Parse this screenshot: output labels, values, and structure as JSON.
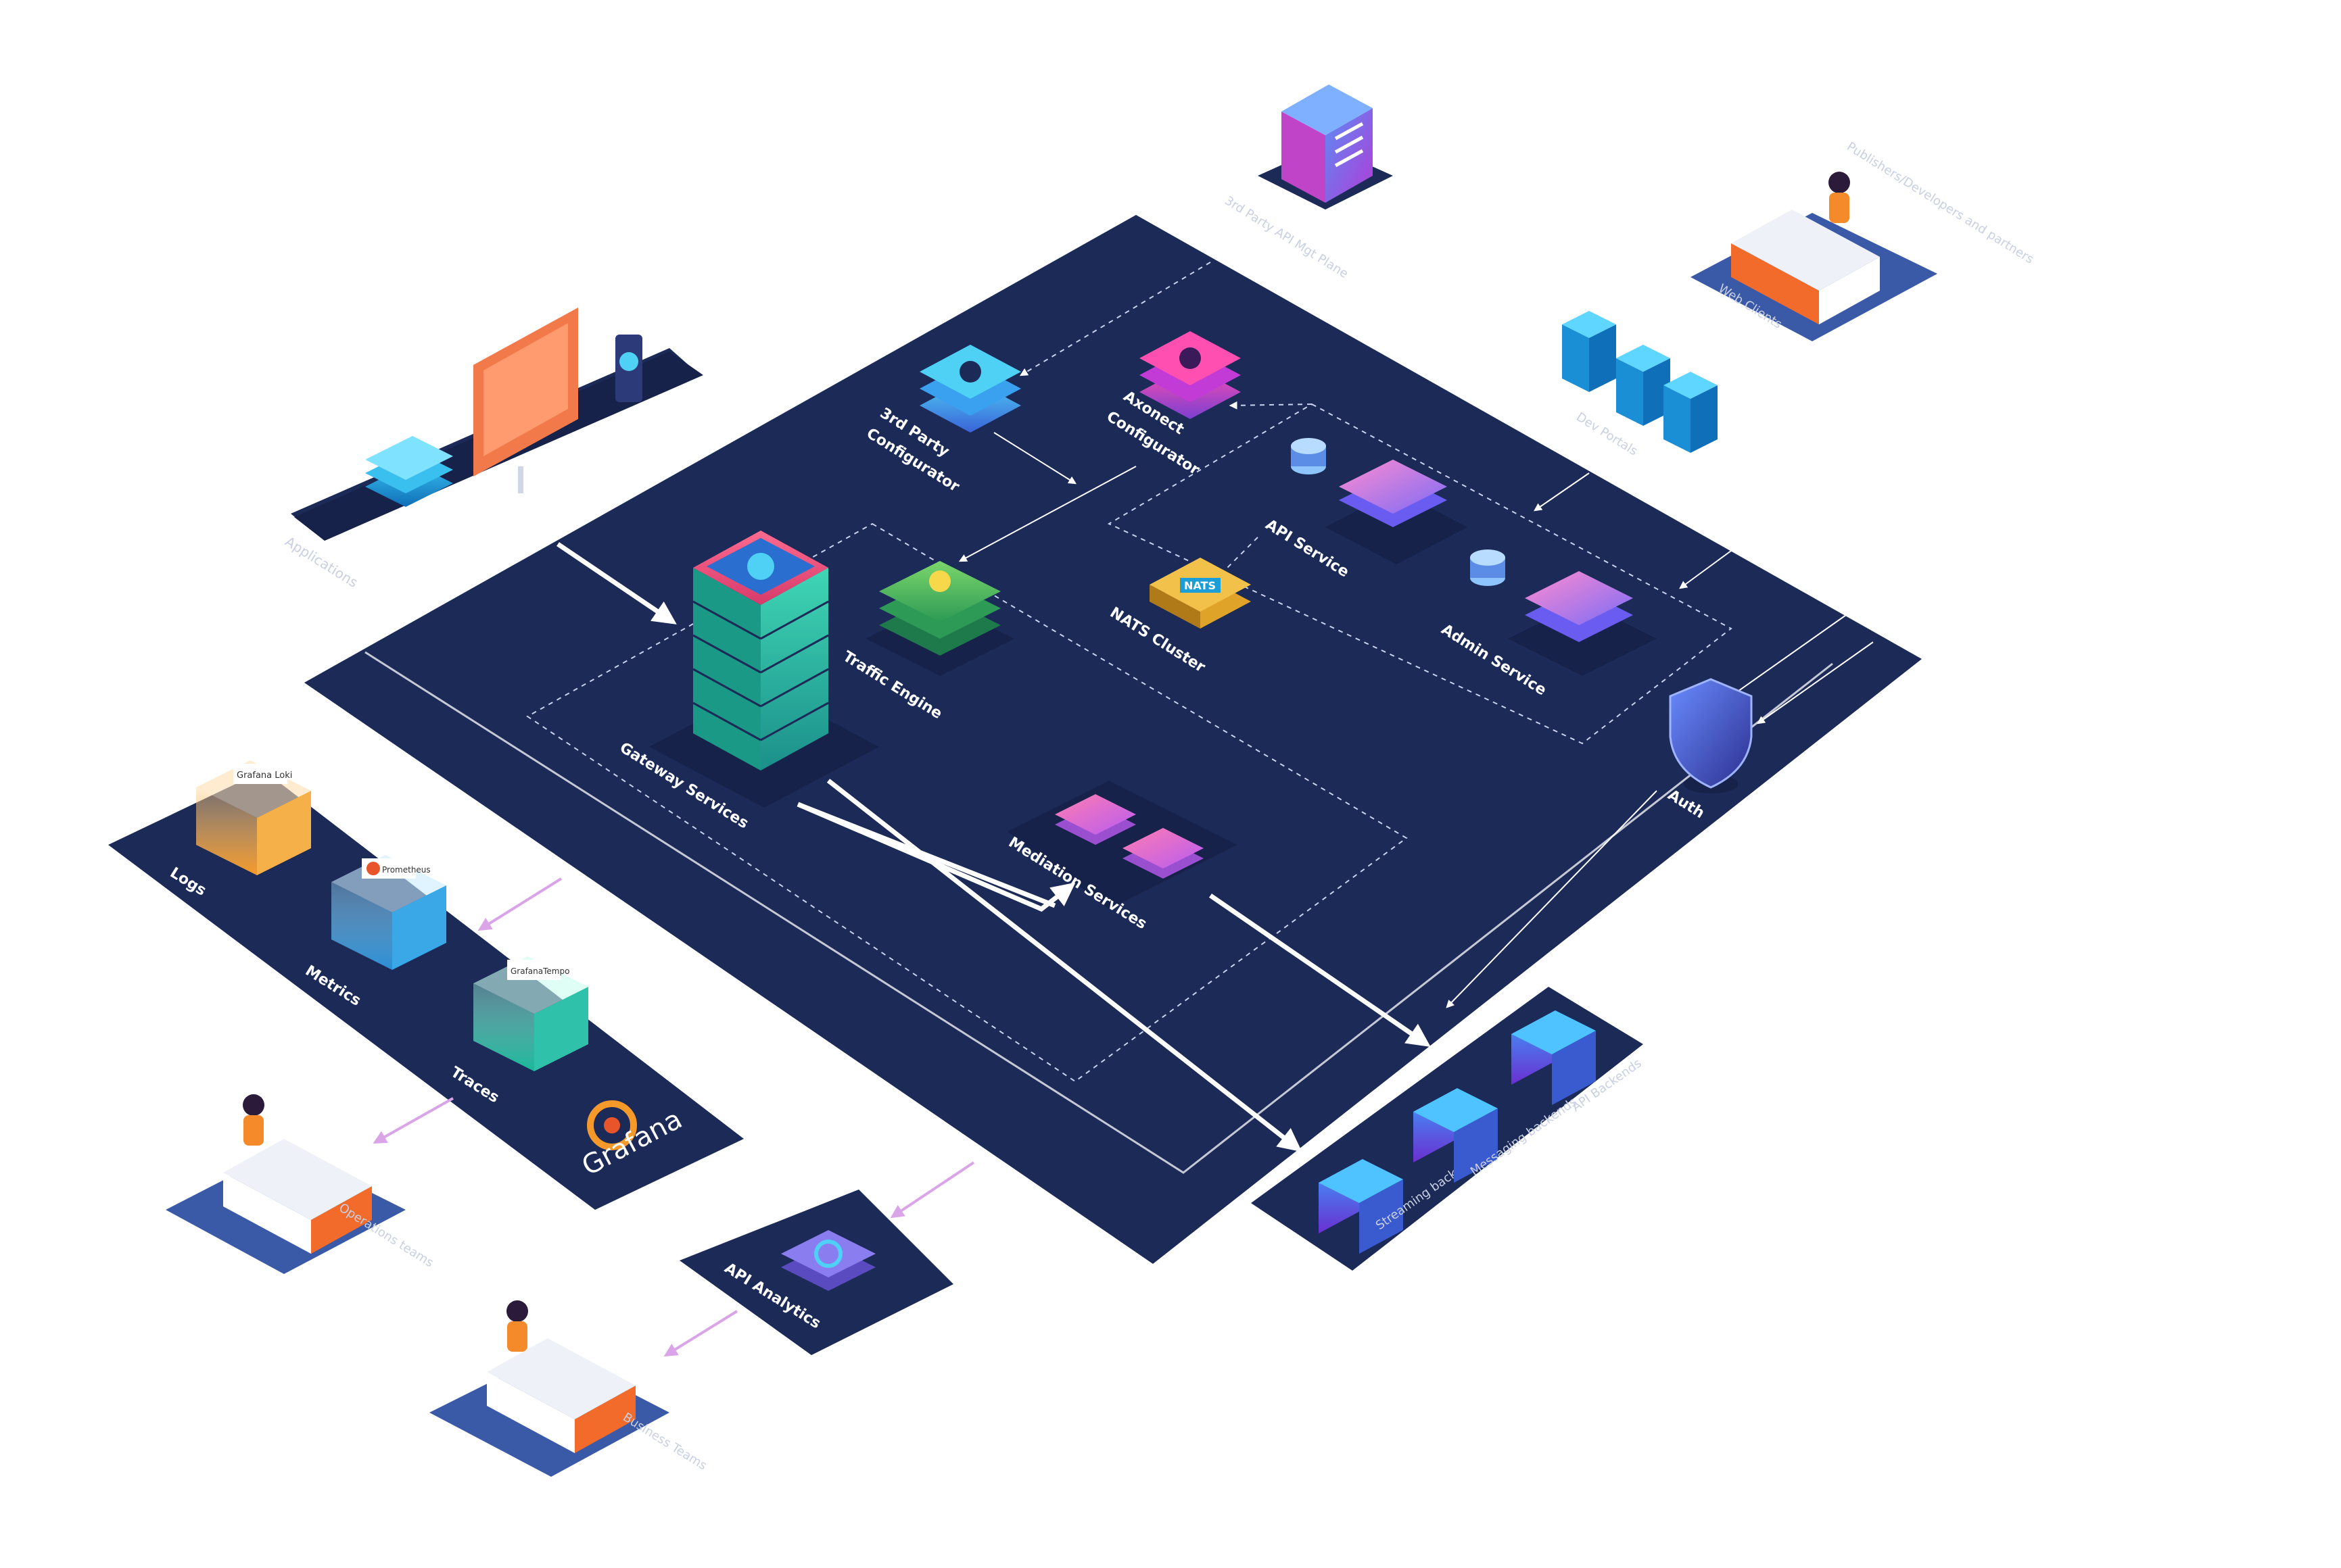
{
  "labels": {
    "third_party_mgmt_plane": "3rd Party API Mgt Plane",
    "publishers_developers": "Publishers/Developers and partners",
    "web_clients": "Web Clients",
    "dev_portals": "Dev Portals",
    "applications": "Applications",
    "third_party_configurator_1": "3rd Party",
    "third_party_configurator_2": "Configurator",
    "axonect_configurator_1": "Axonect",
    "axonect_configurator_2": "Configurator",
    "api_service": "API Service",
    "admin_service": "Admin Service",
    "nats_cluster": "NATS Cluster",
    "nats_badge": "NATS",
    "traffic_engine": "Traffic Engine",
    "gateway_services": "Gateway Services",
    "mediation_services": "Mediation Services",
    "auth": "Auth",
    "logs": "Logs",
    "metrics": "Metrics",
    "traces": "Traces",
    "grafana": "Grafana",
    "grafana_loki": "Grafana Loki",
    "prometheus": "Prometheus",
    "grafana_tempo": "GrafanaTempo",
    "operations_teams": "Operations teams",
    "api_analytics": "API Analytics",
    "business_teams": "Business Teams",
    "streaming_backends": "Streaming backends",
    "messaging_backends": "Messaging backends",
    "api_backends": "API Backends"
  },
  "colors": {
    "platform": "#1b2a57",
    "platform_dark": "#142046",
    "line": "#ffffff",
    "dashed": "#c9d2ee",
    "arrow_purple": "#d9a4e8",
    "faded_text": "#c9d0e3",
    "teal": "#2fc1a9",
    "pink": "#e8557a",
    "orange": "#f59a2a",
    "blue": "#2a8fd6",
    "purple": "#8b5cf6"
  }
}
